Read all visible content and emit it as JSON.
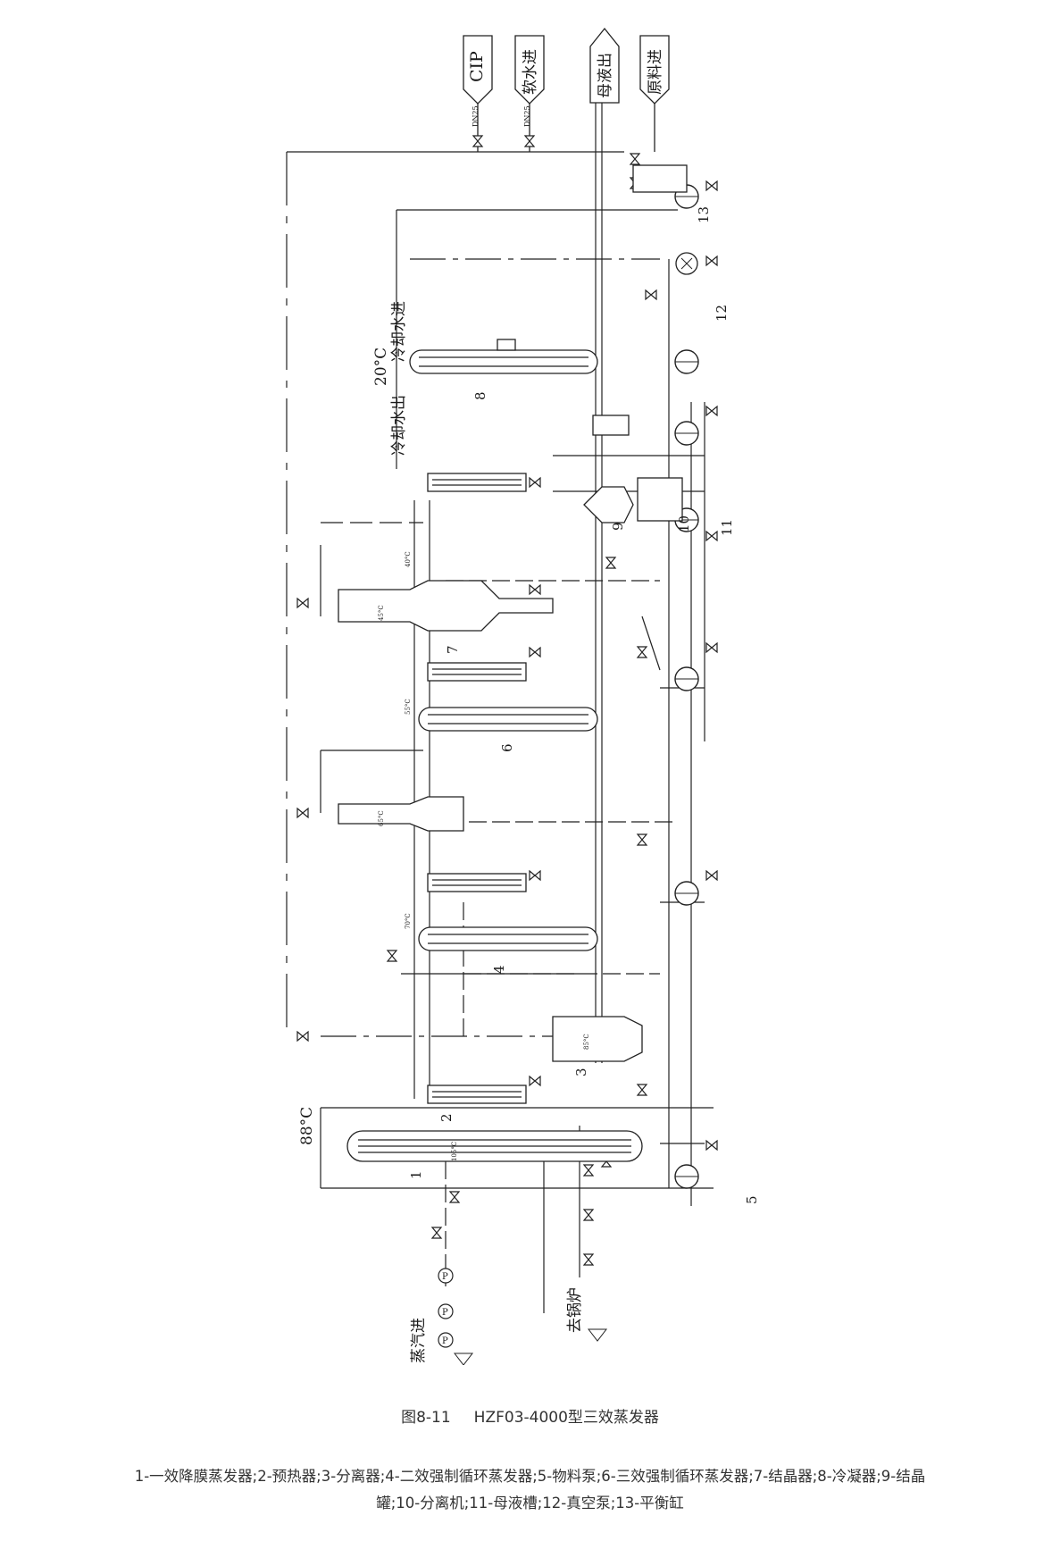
{
  "diagram": {
    "top_inlets": [
      "CIP",
      "软水进",
      "母液出",
      "原料进"
    ],
    "pipe_size_labels": [
      "DN25",
      "DN25"
    ],
    "side_labels": {
      "cooling_out": "冷却水出",
      "cooling_in": "冷却水进",
      "cooling_temp": "20°C",
      "steam_in": "蒸汽进",
      "to_boiler": "去锅炉",
      "preheat_temp": "88°C"
    },
    "temperatures": [
      "105°C",
      "85°C",
      "70°C",
      "65°C",
      "55°C",
      "45°C",
      "40°C"
    ],
    "unit_numbers": [
      "1",
      "2",
      "3",
      "4",
      "5",
      "6",
      "7",
      "8",
      "9",
      "10",
      "11",
      "12",
      "13"
    ],
    "gauge_symbol": "P"
  },
  "caption": {
    "number": "图8-11",
    "title": "HZF03-4000型三效蒸发器"
  },
  "legend": {
    "line1": "1-一效降膜蒸发器;2-预热器;3-分离器;4-二效强制循环蒸发器;5-物料泵;6-三效强制循环蒸发器;7-结晶器;8-冷凝器;9-结晶",
    "line2": "罐;10-分离机;11-母液槽;12-真空泵;13-平衡缸"
  }
}
